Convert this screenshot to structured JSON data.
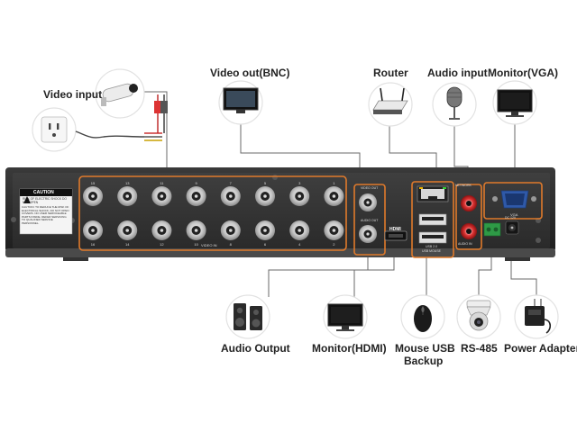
{
  "labels": {
    "video_input": "Video input",
    "video_out_bnc": "Video out(BNC)",
    "router": "Router",
    "audio_input": "Audio input",
    "monitor_vga": "Monitor(VGA)",
    "audio_output": "Audio Output",
    "monitor_hdmi": "Monitor(HDMI)",
    "mouse_usb_line1": "Mouse USB",
    "mouse_usb_line2": "Backup",
    "rs485": "RS-485",
    "power_adapter": "Power Adapter"
  },
  "panel": {
    "caution_title": "CAUTION",
    "caution_sub": "RISK OF ELECTRIC SHOCK DO NOT OPEN",
    "caution_text": "CAUTION: TO REDUCE THE RISK OF ELECTRICAL SHOCK, DO NOT OPEN COVERS. NO USER SERVICEABLE PARTS INSIDE. REFER SERVICING TO QUALIFIED SERVICE PERSONNEL.",
    "video_in_label": "VIDEO IN",
    "video_out_label": "VIDEO OUT",
    "audio_out_label": "AUDIO OUT",
    "hdmi_label": "HDMI",
    "network_label": "NETWORK",
    "usb_label": "USB 2.0",
    "usb_mouse_label": "USB MOUSE",
    "audio_in_label": "AUDIO IN",
    "vga_label": "VGA",
    "dc_label": "DC 12V",
    "bnc_top_numbers": [
      "15",
      "13",
      "11",
      "9",
      "7",
      "5",
      "3",
      "1"
    ],
    "bnc_bottom_numbers": [
      "16",
      "14",
      "12",
      "10",
      "8",
      "6",
      "4",
      "2"
    ]
  },
  "colors": {
    "highlight": "#e07a2b",
    "panel": "#2b2b2b",
    "wire": "#555555"
  }
}
